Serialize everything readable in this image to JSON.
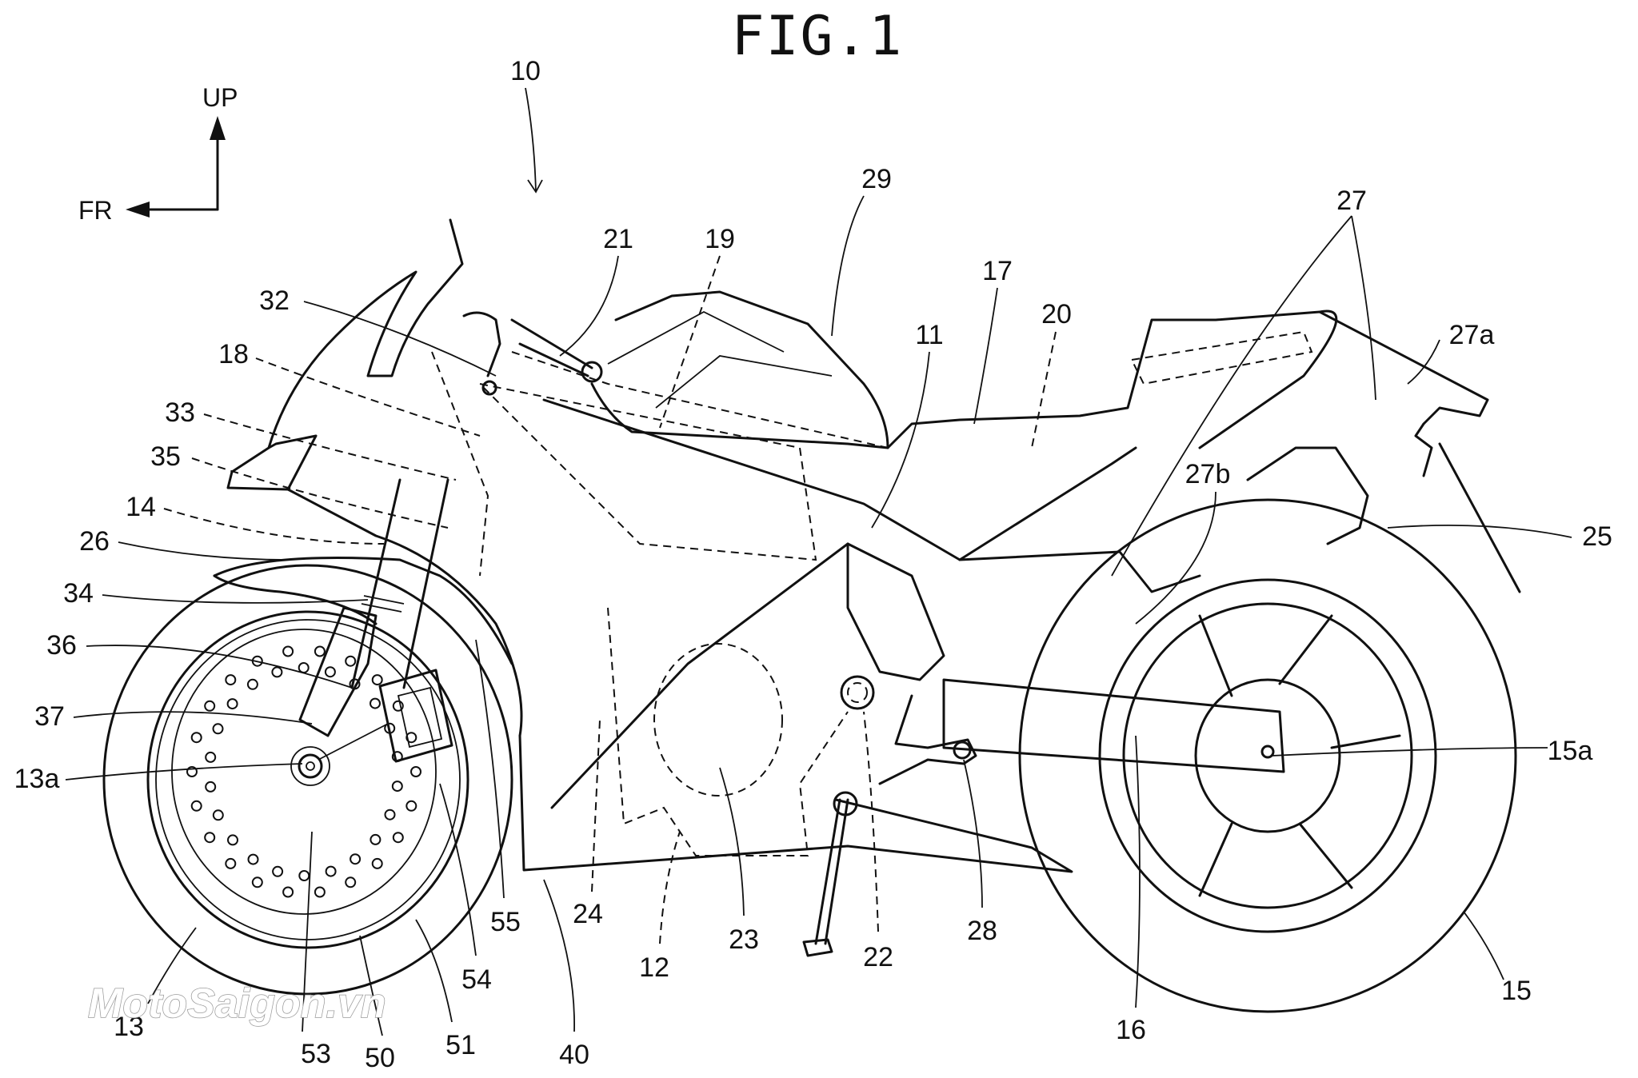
{
  "figure": {
    "title": "FIG.1",
    "direction_up": "UP",
    "direction_front": "FR",
    "watermark": "MotoSaigon.vn"
  },
  "reference_labels": {
    "vehicle": "10",
    "body_frame": "11",
    "power_unit": "12",
    "front_wheel": "13",
    "front_axle": "13a",
    "front_fork": "14",
    "rear_wheel": "15",
    "rear_axle": "15a",
    "swing_arm": "16",
    "seat": "17",
    "head_pipe": "18",
    "main_frame": "19",
    "seat_frame": "20",
    "handlebar": "21",
    "pivot": "22",
    "motor": "23",
    "battery": "24",
    "rear_fender": "25",
    "front_fender": "26",
    "cover_27": "27",
    "cover_27a": "27a",
    "cover_27b": "27b",
    "step": "28",
    "tank_cover": "29",
    "lever": "32",
    "upper_cowl": "33",
    "fork_tube": "34",
    "headlight": "35",
    "fork_bottom": "36",
    "axle_bracket": "37",
    "under_cowl": "40",
    "brake_disc": "50",
    "disc_rotor": "51",
    "wheel_hub": "53",
    "caliper": "54",
    "brake_hose": "55"
  }
}
